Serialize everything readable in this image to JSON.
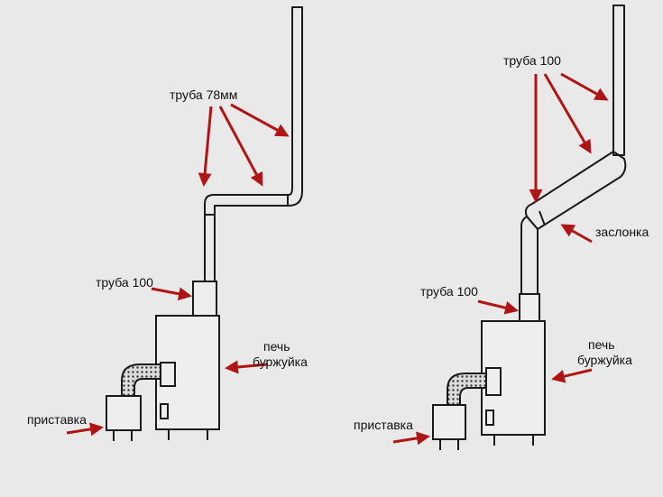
{
  "colors": {
    "background": "#e9e9e9",
    "line": "#1a1a1a",
    "arrow": "#b01515"
  },
  "left": {
    "pipe_top_label": "труба 78мм",
    "pipe_bottom_label": "труба 100",
    "stove_label_line1": "печь",
    "stove_label_line2": "буржуйка",
    "attachment_label": "приставка"
  },
  "right": {
    "pipe_top_label": "труба 100",
    "damper_label": "заслонка",
    "pipe_bottom_label": "труба 100",
    "stove_label_line1": "печь",
    "stove_label_line2": "буржуйка",
    "attachment_label": "приставка"
  }
}
